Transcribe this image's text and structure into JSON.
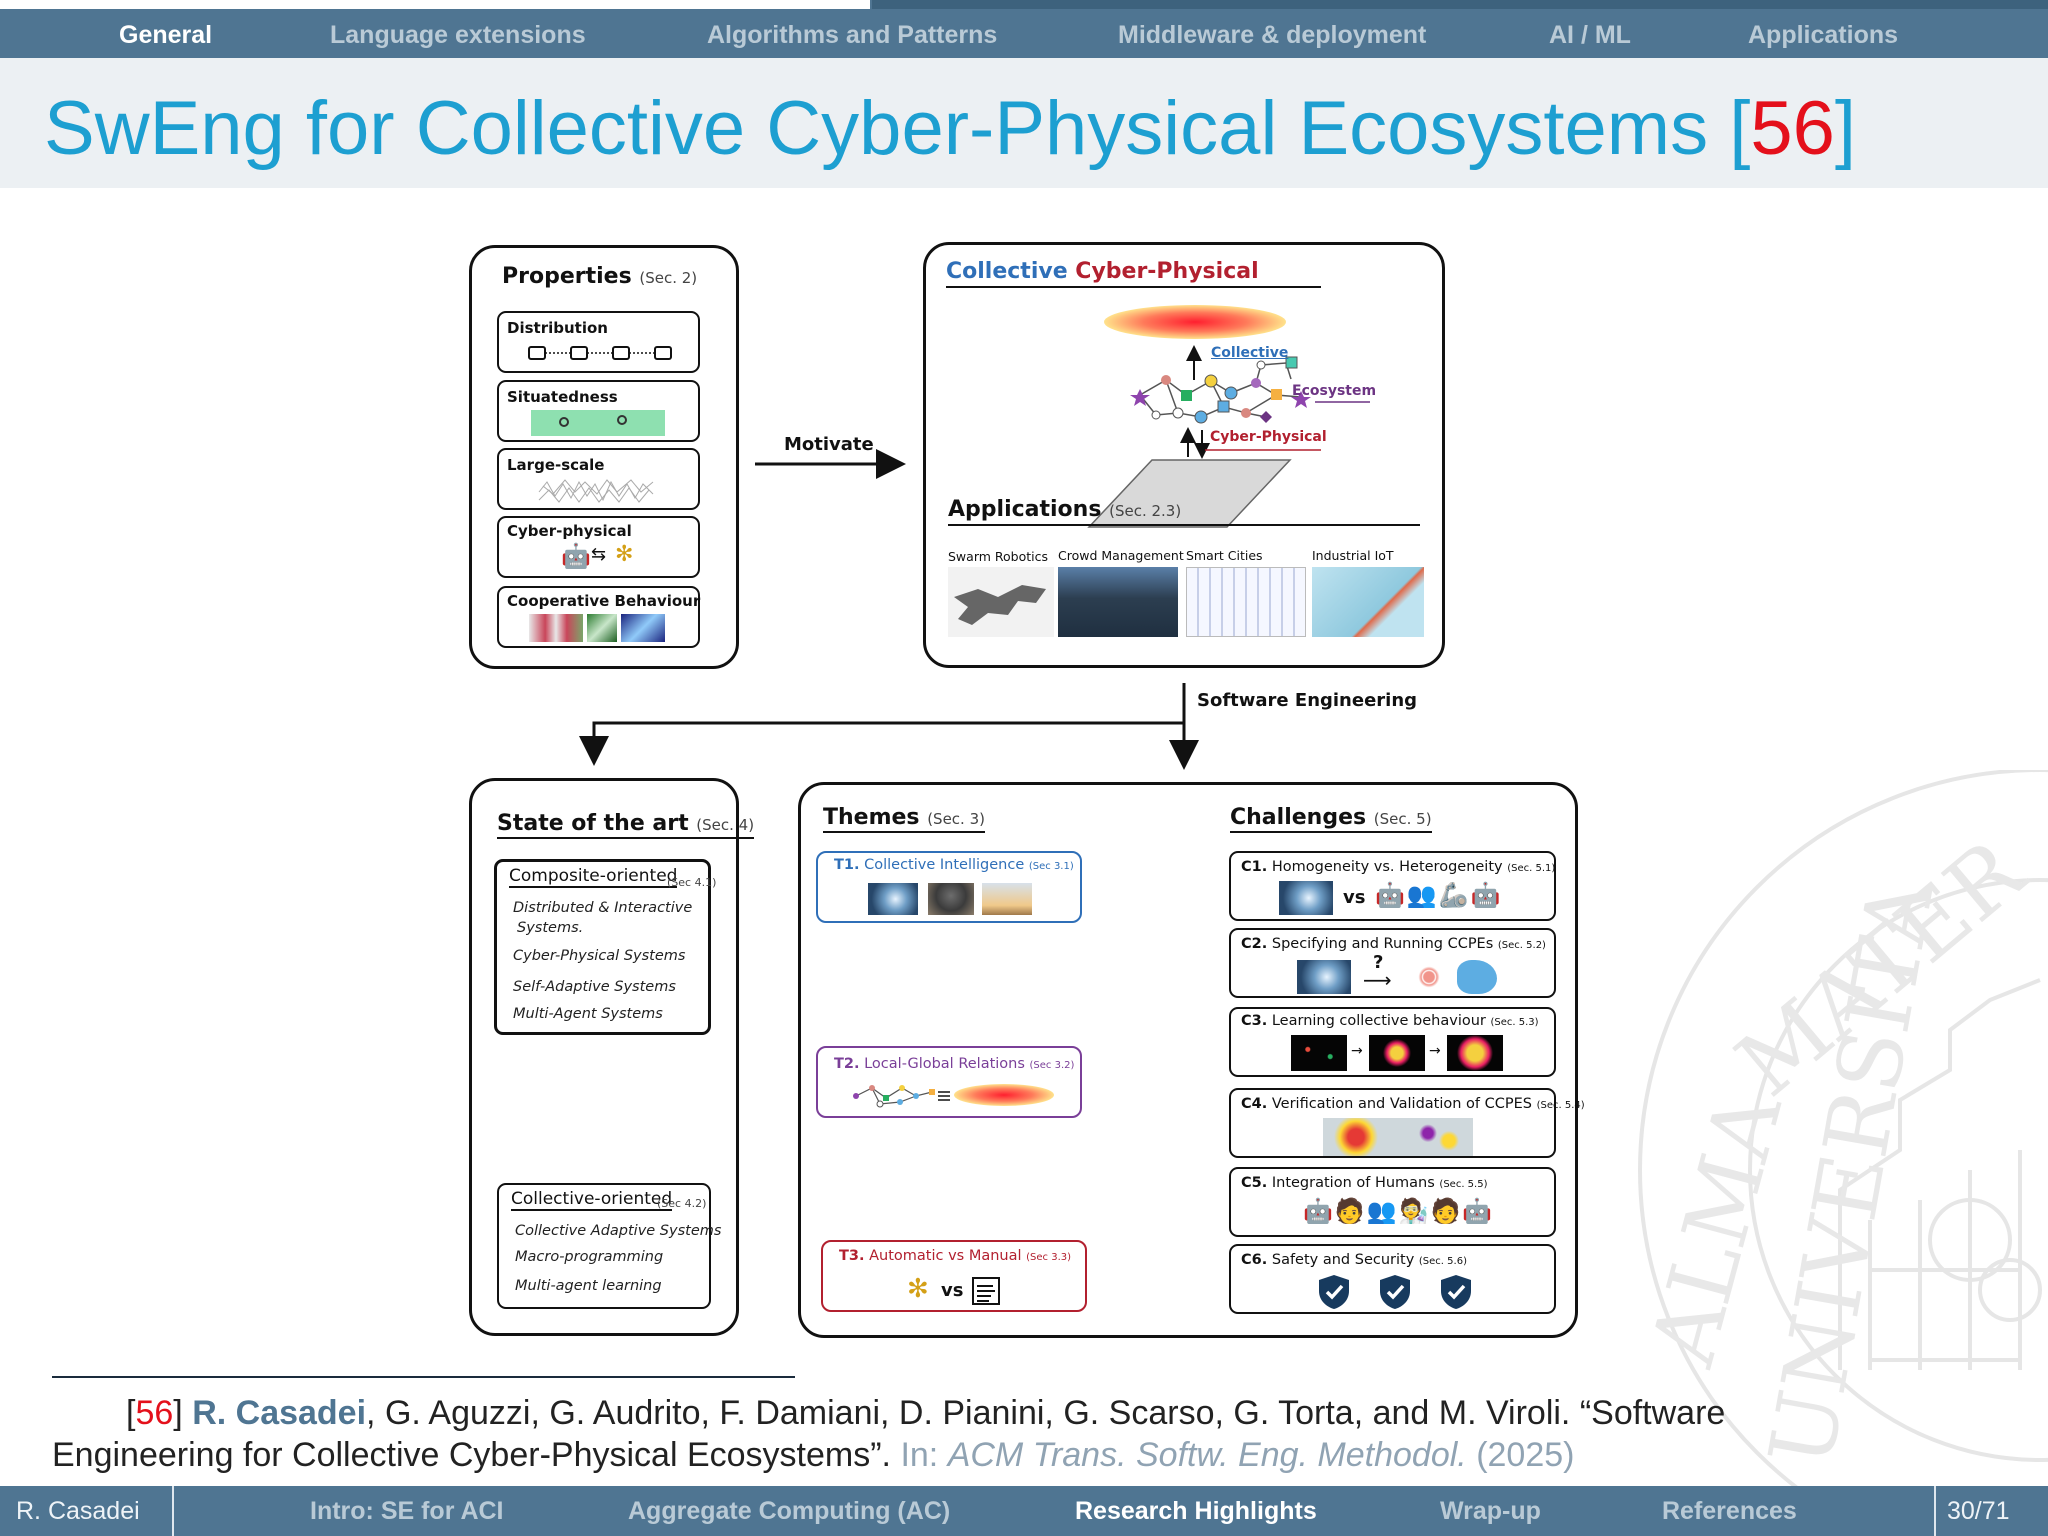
{
  "nav": {
    "items": [
      "General",
      "Language extensions",
      "Algorithms and Patterns",
      "Middleware & deployment",
      "AI / ML",
      "Applications"
    ],
    "active_index": 0
  },
  "title": {
    "text": "SwEng for Collective Cyber-Physical Ecosystems [",
    "cite": "56",
    "end": "]"
  },
  "properties": {
    "heading": "Properties",
    "sec": "(Sec. 2)",
    "items": [
      "Distribution",
      "Situatedness",
      "Large-scale",
      "Cyber-physical",
      "Cooperative Behaviour"
    ]
  },
  "arrows": {
    "motivate": "Motivate",
    "software_engineering": "Software Engineering"
  },
  "ccp": {
    "heading_part1": "Collective ",
    "heading_part2": "Cyber-Physical",
    "layers": {
      "collective": "Collective",
      "ecosystem": "Ecosystem",
      "cyber_physical": "Cyber-Physical"
    },
    "applications_heading": "Applications",
    "applications_sec": "(Sec. 2.3)",
    "apps": [
      "Swarm Robotics",
      "Crowd Management",
      "Smart Cities",
      "Industrial IoT"
    ]
  },
  "state_of_art": {
    "heading": "State of the art",
    "sec": "(Sec. 4)",
    "composite": {
      "heading": "Composite-oriented",
      "sec": "(Sec 4.1)",
      "items": [
        "Distributed & Interactive",
        "Systems.",
        "Cyber-Physical Systems",
        "Self-Adaptive Systems",
        "Multi-Agent Systems"
      ]
    },
    "collective": {
      "heading": "Collective-oriented",
      "sec": "(Sec 4.2)",
      "items": [
        "Collective Adaptive Systems",
        "Macro-programming",
        "Multi-agent learning"
      ]
    }
  },
  "themes": {
    "heading": "Themes",
    "sec": "(Sec. 3)",
    "items": [
      {
        "id": "T1.",
        "label": "Collective Intelligence",
        "sec": "(Sec 3.1)"
      },
      {
        "id": "T2.",
        "label": "Local-Global Relations",
        "sec": "(Sec 3.2)"
      },
      {
        "id": "T3.",
        "label": "Automatic vs Manual",
        "sec": "(Sec 3.3)"
      }
    ],
    "vs": "vs"
  },
  "challenges": {
    "heading": "Challenges",
    "sec": "(Sec. 5)",
    "items": [
      {
        "id": "C1.",
        "label": "Homogeneity vs. Heterogeneity",
        "sec": "(Sec. 5.1)"
      },
      {
        "id": "C2.",
        "label": "Specifying and Running CCPEs",
        "sec": "(Sec. 5.2)"
      },
      {
        "id": "C3.",
        "label": "Learning collective behaviour",
        "sec": "(Sec. 5.3)"
      },
      {
        "id": "C4.",
        "label": "Verification and Validation of CCPES",
        "sec": "(Sec. 5.4)"
      },
      {
        "id": "C5.",
        "label": "Integration of Humans",
        "sec": "(Sec. 5.5)"
      },
      {
        "id": "C6.",
        "label": "Safety and Security",
        "sec": "(Sec. 5.6)"
      }
    ],
    "vs": "vs",
    "question": "?"
  },
  "reference": {
    "num": "56",
    "author_bold": "R. Casadei",
    "authors_rest": ", G. Aguzzi, G. Audrito, F. Damiani, D. Pianini, G. Scarso, G. Torta, and M. Viroli. “Software",
    "title_cont": "Engineering for Collective Cyber-Physical Ecosystems”.",
    "in": "In:",
    "journal": "ACM Trans. Softw. Eng. Methodol.",
    "year": "(2025)"
  },
  "footer": {
    "author": "R. Casadei",
    "sections": [
      "Intro: SE for ACI",
      "Aggregate Computing (AC)",
      "Research Highlights",
      "Wrap-up",
      "References"
    ],
    "active_index": 2,
    "page": "30/71"
  },
  "colors": {
    "accent": "#1d9fd1",
    "cite_red": "#e4101b",
    "bar": "#4f7592",
    "t1": "#2f6fb8",
    "t2": "#7a3f98",
    "t3": "#b2202f"
  }
}
